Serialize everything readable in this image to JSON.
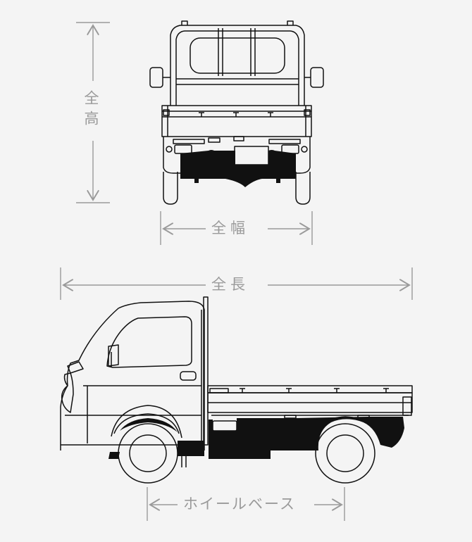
{
  "labels": {
    "height": "全高",
    "width": "全幅",
    "length": "全長",
    "wheelbase": "ホイールベース"
  }
}
